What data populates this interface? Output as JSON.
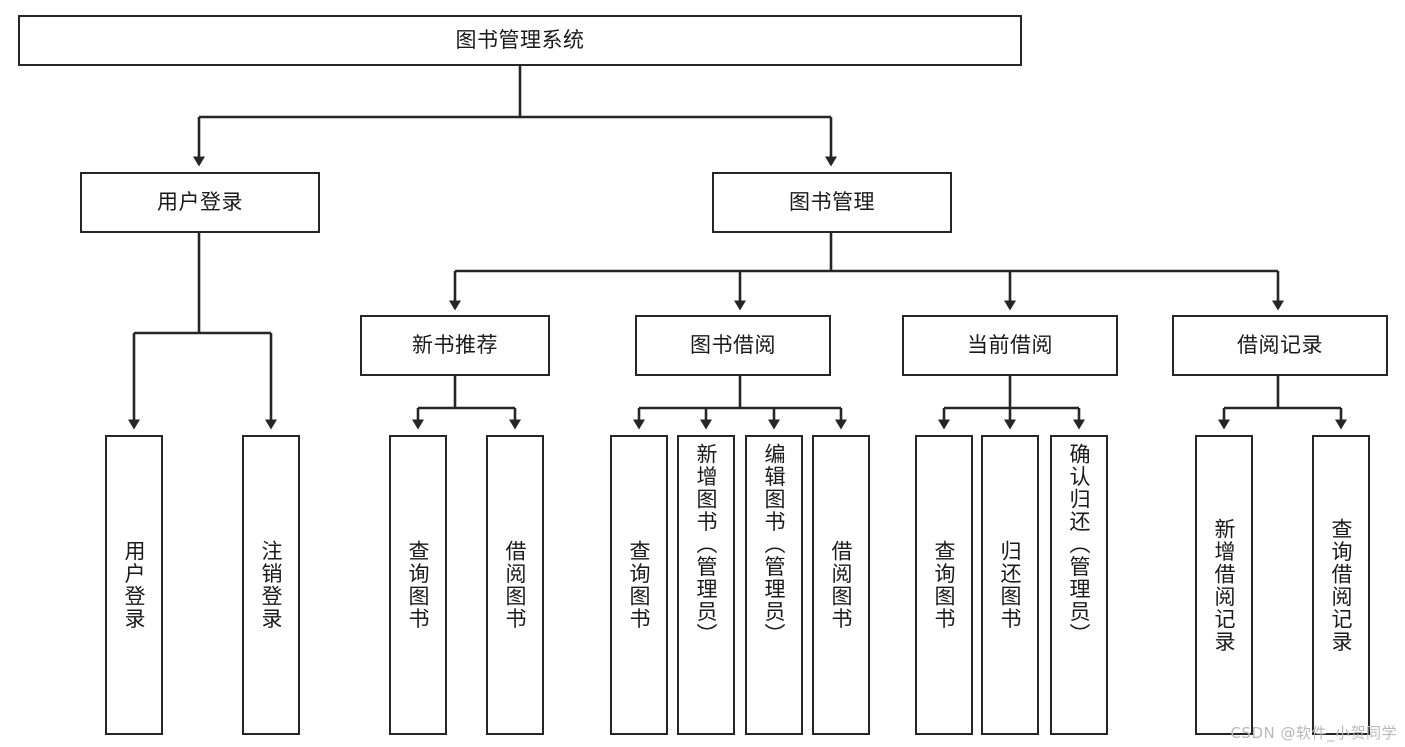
{
  "diagram": {
    "type": "tree",
    "title": "图书管理系统",
    "watermark": "CSDN @软件_小贺同学",
    "colors": {
      "stroke": "#262626",
      "fill": "#ffffff",
      "text": "#1a1a1a",
      "watermark": "#b9b9b9"
    },
    "nodes": {
      "root": {
        "label": "图书管理系统"
      },
      "level2": [
        {
          "id": "user-login",
          "label": "用户登录"
        },
        {
          "id": "book-manage",
          "label": "图书管理"
        }
      ],
      "level3": [
        {
          "id": "new-book-recommend",
          "label": "新书推荐"
        },
        {
          "id": "book-borrow",
          "label": "图书借阅"
        },
        {
          "id": "current-borrow",
          "label": "当前借阅"
        },
        {
          "id": "borrow-record",
          "label": "借阅记录"
        }
      ],
      "leaves": [
        {
          "id": "leaf-user-login",
          "label": "用户登录",
          "parent": "user-login"
        },
        {
          "id": "leaf-logout-login",
          "label": "注销登录",
          "parent": "user-login"
        },
        {
          "id": "leaf-query-book-1",
          "label": "查询图书",
          "parent": "new-book-recommend"
        },
        {
          "id": "leaf-borrow-book-1",
          "label": "借阅图书",
          "parent": "new-book-recommend"
        },
        {
          "id": "leaf-query-book-2",
          "label": "查询图书",
          "parent": "book-borrow"
        },
        {
          "id": "leaf-add-book",
          "label": "新增图书（管理员）",
          "parent": "book-borrow"
        },
        {
          "id": "leaf-edit-book",
          "label": "编辑图书（管理员）",
          "parent": "book-borrow"
        },
        {
          "id": "leaf-borrow-book-2",
          "label": "借阅图书",
          "parent": "book-borrow"
        },
        {
          "id": "leaf-query-book-3",
          "label": "查询图书",
          "parent": "current-borrow"
        },
        {
          "id": "leaf-return-book",
          "label": "归还图书",
          "parent": "current-borrow"
        },
        {
          "id": "leaf-confirm-return",
          "label": "确认归还（管理员）",
          "parent": "current-borrow"
        },
        {
          "id": "leaf-add-record",
          "label": "新增借阅记录",
          "parent": "borrow-record"
        },
        {
          "id": "leaf-query-record",
          "label": "查询借阅记录",
          "parent": "borrow-record"
        }
      ]
    }
  }
}
